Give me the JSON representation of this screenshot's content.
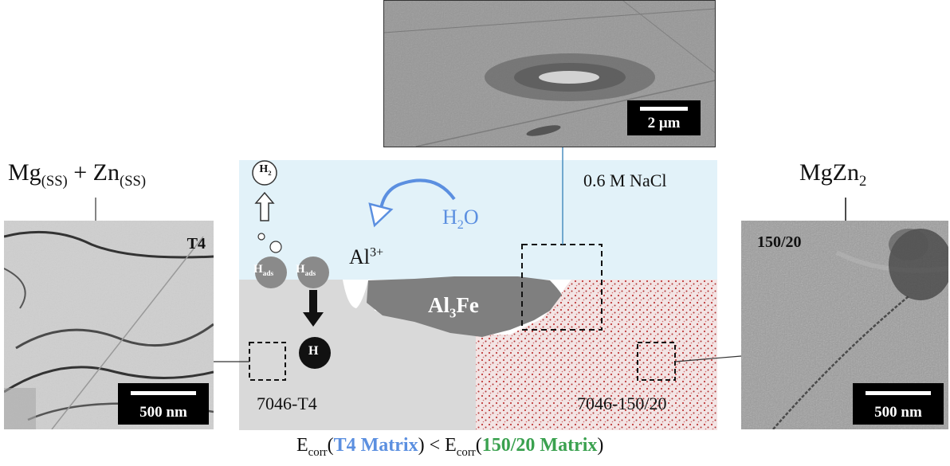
{
  "left_panel": {
    "phase_parts": [
      "Mg",
      "(SS)",
      " + Zn",
      "(SS)"
    ],
    "temper": "T4",
    "scale": "500 nm"
  },
  "right_panel": {
    "phase_parts": [
      "MgZn",
      "2"
    ],
    "temper": "150/20",
    "scale": "500 nm"
  },
  "top_panel": {
    "scale": "2 μm"
  },
  "center": {
    "electrolyte": "0.6 M NaCl",
    "h2_parts": [
      "H",
      "2"
    ],
    "water_parts": [
      "H",
      "2",
      "O"
    ],
    "al_ion_parts": [
      "Al",
      "3+"
    ],
    "hads_parts": [
      "H",
      "ads"
    ],
    "h_atom": "H",
    "particle_parts": [
      "Al",
      "3",
      "Fe"
    ],
    "left_alloy": "7046-T4",
    "right_alloy": "7046-150/20"
  },
  "formula": {
    "e": "E",
    "corr": "corr",
    "open": "(",
    "t4": "T4 Matrix",
    "mid": ") < E",
    "corr2": "corr",
    "open2": "(",
    "aged": "150/20 Matrix",
    "close": ")"
  },
  "colors": {
    "solution": "#e2f2f9",
    "t4_matrix": "#d9d9d9",
    "precip_dots": "#c03a3a",
    "particle": "#7f7f7f",
    "water_arrow": "#5b8fe0",
    "t4_text": "#5b8fe0",
    "aged_text": "#3aa14f"
  }
}
